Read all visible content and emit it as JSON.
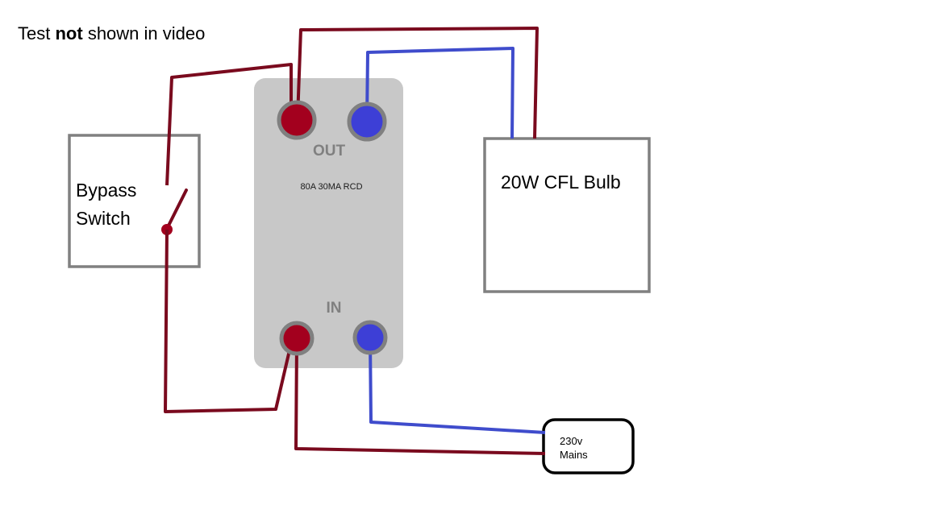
{
  "note": {
    "prefix": "Test",
    "emphasis": "not",
    "suffix": "shown in video"
  },
  "rcd": {
    "out_label": "OUT",
    "in_label": "IN",
    "rating": "80A 30MA RCD"
  },
  "bypass_switch": {
    "line1": "Bypass",
    "line2": "Switch"
  },
  "bulb": {
    "label": "20W CFL Bulb"
  },
  "mains": {
    "line1": "230v",
    "line2": "Mains"
  },
  "colors": {
    "live_wire": "#7a0a1e",
    "neutral_wire": "#3f4ccc",
    "rcd_body": "#c8c8c8",
    "terminal_ring": "#808080",
    "live_terminal": "#a3001e",
    "neutral_terminal": "#3d3fd6",
    "box_border": "#808080",
    "mains_border": "#000000"
  }
}
